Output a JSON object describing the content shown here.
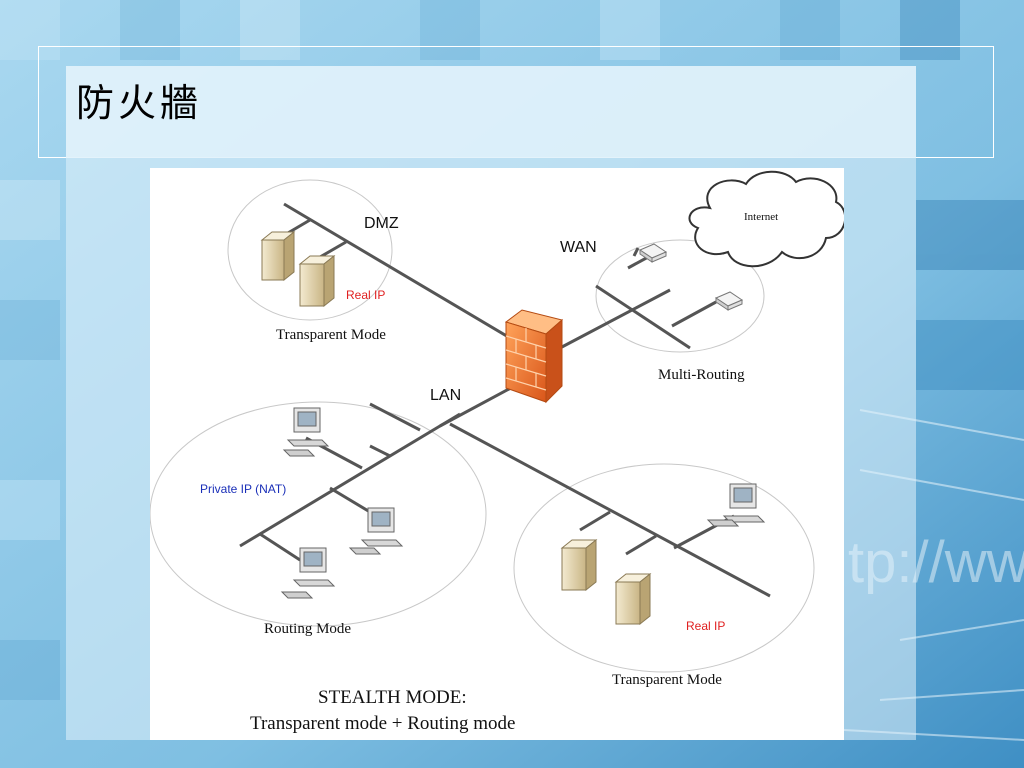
{
  "slide": {
    "title": "防火牆"
  },
  "diagram": {
    "zones": {
      "dmz": {
        "name": "DMZ",
        "ip_note": "Real IP",
        "mode": "Transparent Mode"
      },
      "wan": {
        "name": "WAN",
        "internet": "Internet",
        "mode": "Multi-Routing"
      },
      "lan": {
        "name": "LAN"
      },
      "lan_routing": {
        "ip_note": "Private IP (NAT)",
        "mode": "Routing Mode"
      },
      "lan_transparent": {
        "ip_note": "Real IP",
        "mode": "Transparent Mode"
      }
    },
    "caption": {
      "line1": "STEALTH MODE:",
      "line2": "Transparent mode + Routing mode"
    },
    "colors": {
      "red_label": "#e02020",
      "blue_label": "#1a2fb8",
      "firewall": "#f07a2a"
    },
    "background_watermark": "tp://www"
  }
}
